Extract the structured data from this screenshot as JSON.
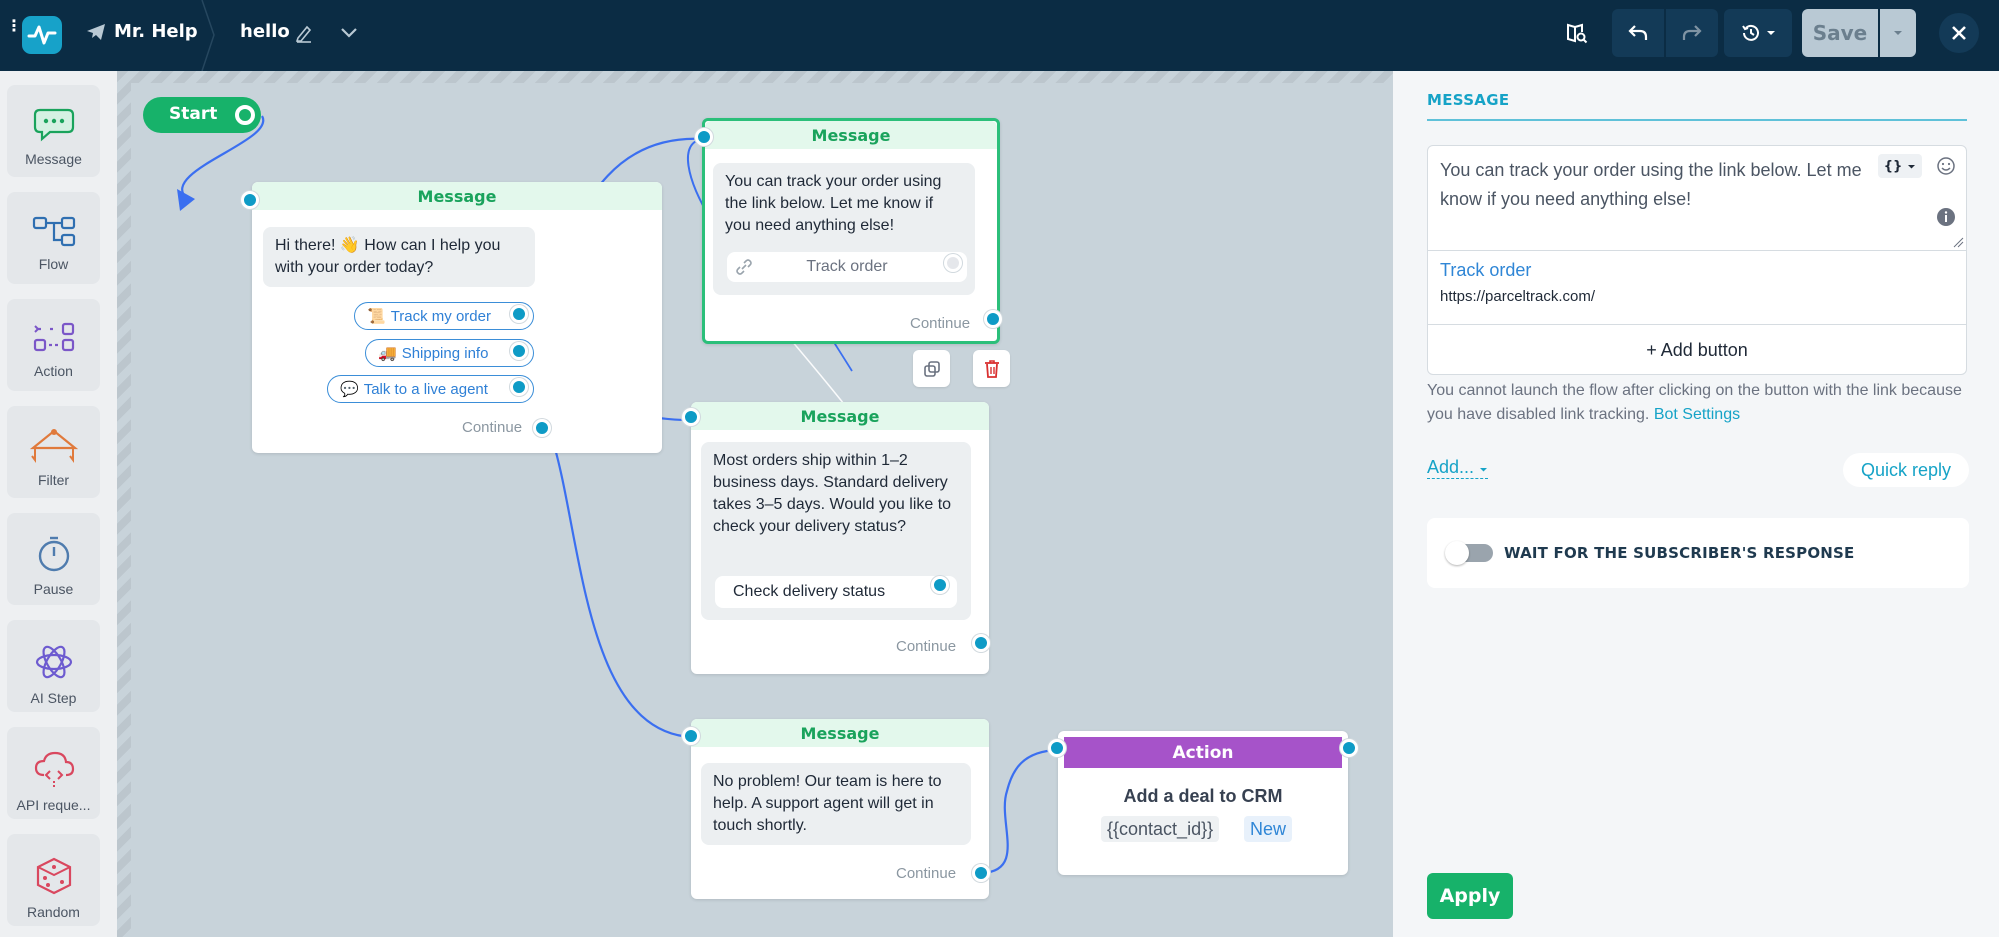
{
  "topbar": {
    "bot_name": "Mr. Help",
    "flow_name": "hello",
    "save_label": "Save"
  },
  "sidebar": {
    "tools": [
      {
        "label": "Message",
        "icon": "message-icon"
      },
      {
        "label": "Flow",
        "icon": "flow-icon"
      },
      {
        "label": "Action",
        "icon": "action-icon"
      },
      {
        "label": "Filter",
        "icon": "filter-icon"
      },
      {
        "label": "Pause",
        "icon": "pause-timer-icon"
      },
      {
        "label": "AI Step",
        "icon": "ai-step-icon"
      },
      {
        "label": "API reque...",
        "icon": "api-request-icon"
      },
      {
        "label": "Random",
        "icon": "random-dice-icon"
      }
    ]
  },
  "canvas": {
    "start_label": "Start",
    "node1": {
      "header": "Message",
      "text": "Hi there! 👋 How can I help you with your order today?",
      "buttons": [
        {
          "emoji": "📜",
          "label": "Track my order"
        },
        {
          "emoji": "🚚",
          "label": "Shipping info"
        },
        {
          "emoji": "💬",
          "label": "Talk to a live agent"
        }
      ],
      "continue": "Continue"
    },
    "node2": {
      "header": "Message",
      "text": "You can track your order using the link below. Let me know if you need anything else!",
      "button": "Track order",
      "continue": "Continue"
    },
    "node3": {
      "header": "Message",
      "text": "Most orders ship within 1–2 business days. Standard delivery takes 3–5 days. Would you like to check your delivery status?",
      "button": "Check delivery status",
      "continue": "Continue"
    },
    "node4": {
      "header": "Message",
      "text": "No problem! Our team is here to help. A support agent will get in touch shortly.",
      "continue": "Continue"
    },
    "action_node": {
      "header": "Action",
      "title": "Add a deal to CRM",
      "tag_var": "{{contact_id}}",
      "tag_new": "New"
    }
  },
  "panel": {
    "title": "MESSAGE",
    "message_text": "You can track your order using the link below. Let me know if you need anything else!",
    "var_button": "{}",
    "link_title": "Track order",
    "link_url": "https://parceltrack.com/",
    "add_button": "+ Add button",
    "note": "You cannot launch the flow after clicking on the button with the link because you have disabled link tracking.",
    "note_link": "Bot Settings",
    "add_dropdown": "Add...",
    "quick_reply": "Quick reply",
    "wait_label": "WAIT FOR THE SUBSCRIBER'S RESPONSE",
    "wait_enabled": false,
    "apply": "Apply"
  },
  "colors": {
    "topbar": "#0b2c44",
    "accent": "#16a3c7",
    "green": "#17b26a",
    "action_purple": "#a653c9",
    "wire": "#3b6ff0"
  }
}
